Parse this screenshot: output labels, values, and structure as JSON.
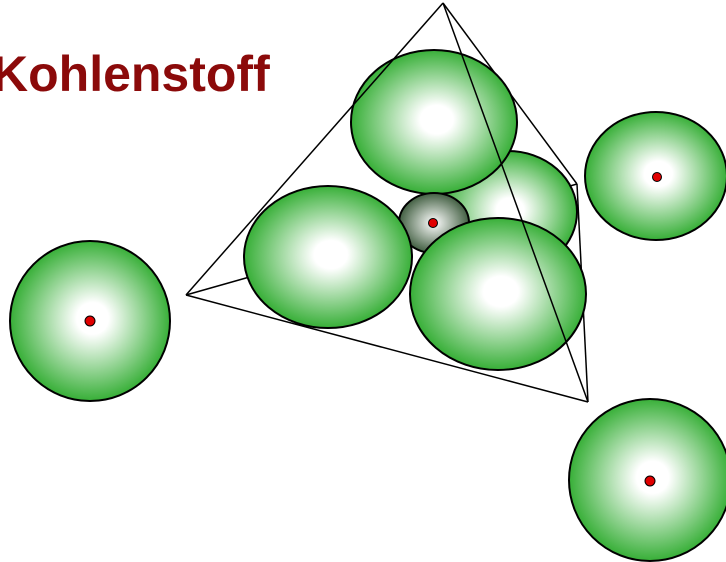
{
  "title": "Kohlenstoff",
  "colors": {
    "title": "#8b0a0a",
    "sphere_rim": "#1fa51f",
    "sphere_center": "#ffffff",
    "center_atom_rim": "#2f4f2f",
    "nucleus": "#e00000",
    "outline": "#000000"
  },
  "scene": {
    "tetrahedron_edges": 6,
    "inner_spheres": 4,
    "outer_spheres": 3,
    "central_atom": "carbon"
  }
}
